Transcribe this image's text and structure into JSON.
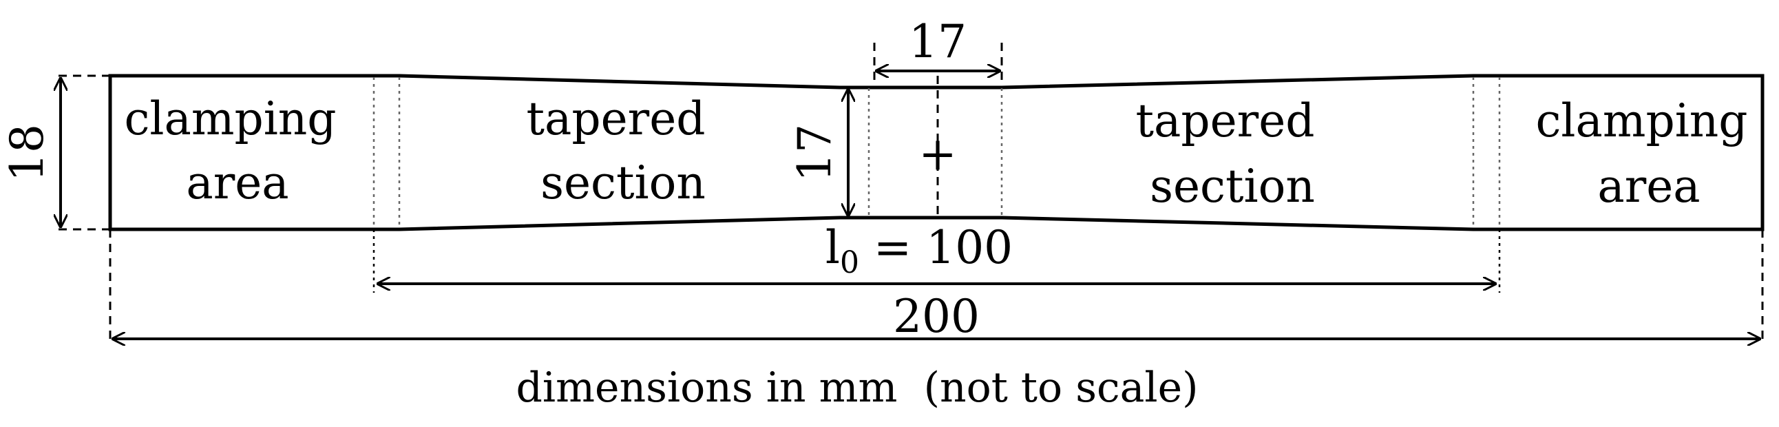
{
  "labels": {
    "left_clamp": [
      "clamping",
      "area"
    ],
    "left_taper": [
      "tapered",
      "section"
    ],
    "right_taper": [
      "tapered",
      "section"
    ],
    "right_clamp": [
      "clamping",
      "area"
    ],
    "center_mark": "+"
  },
  "dimensions": {
    "grip_width": "18",
    "gauge_width": "17",
    "gauge_length": "17",
    "l0_symbol": "l",
    "l0_subscript": "0",
    "l0_value": " = 100",
    "total_length": "200"
  },
  "note": "dimensions in mm  (not to scale)"
}
